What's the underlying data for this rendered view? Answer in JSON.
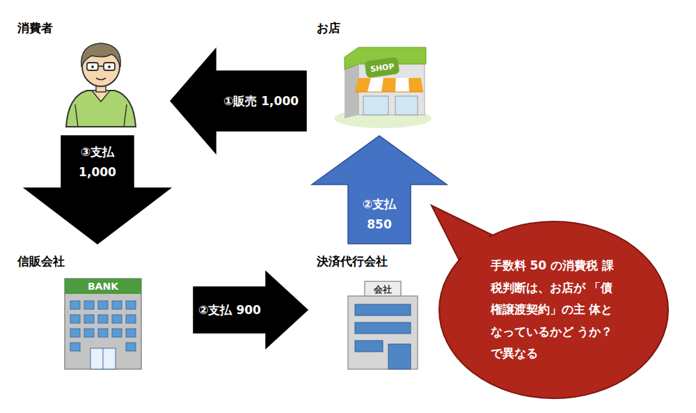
{
  "diagram": {
    "nodes": [
      {
        "text": [
          "消費者"
        ]
      },
      {
        "text": [
          "お店"
        ]
      },
      {
        "text": [
          "信販会社"
        ]
      },
      {
        "text": [
          "決済代行会社"
        ]
      },
      {
        "text": [
          "手数料 50 の消費税 課税判断は、お店が 「債権譲渡契約」の主 体となっているかど うか？で異なる"
        ]
      }
    ],
    "edges": [
      {
        "from": 1,
        "to": 0,
        "label": "①販売 1,000",
        "arrow": "to"
      },
      {
        "from": 3,
        "to": 1,
        "label": "②支払 850",
        "arrow": "to"
      },
      {
        "from": 0,
        "to": 2,
        "label": "③支払 1,000",
        "arrow": "to"
      },
      {
        "from": 2,
        "to": 3,
        "label": "②支払 900",
        "arrow": "to"
      }
    ],
    "labels": [
      "SHOP",
      "BANK",
      "会社"
    ]
  }
}
